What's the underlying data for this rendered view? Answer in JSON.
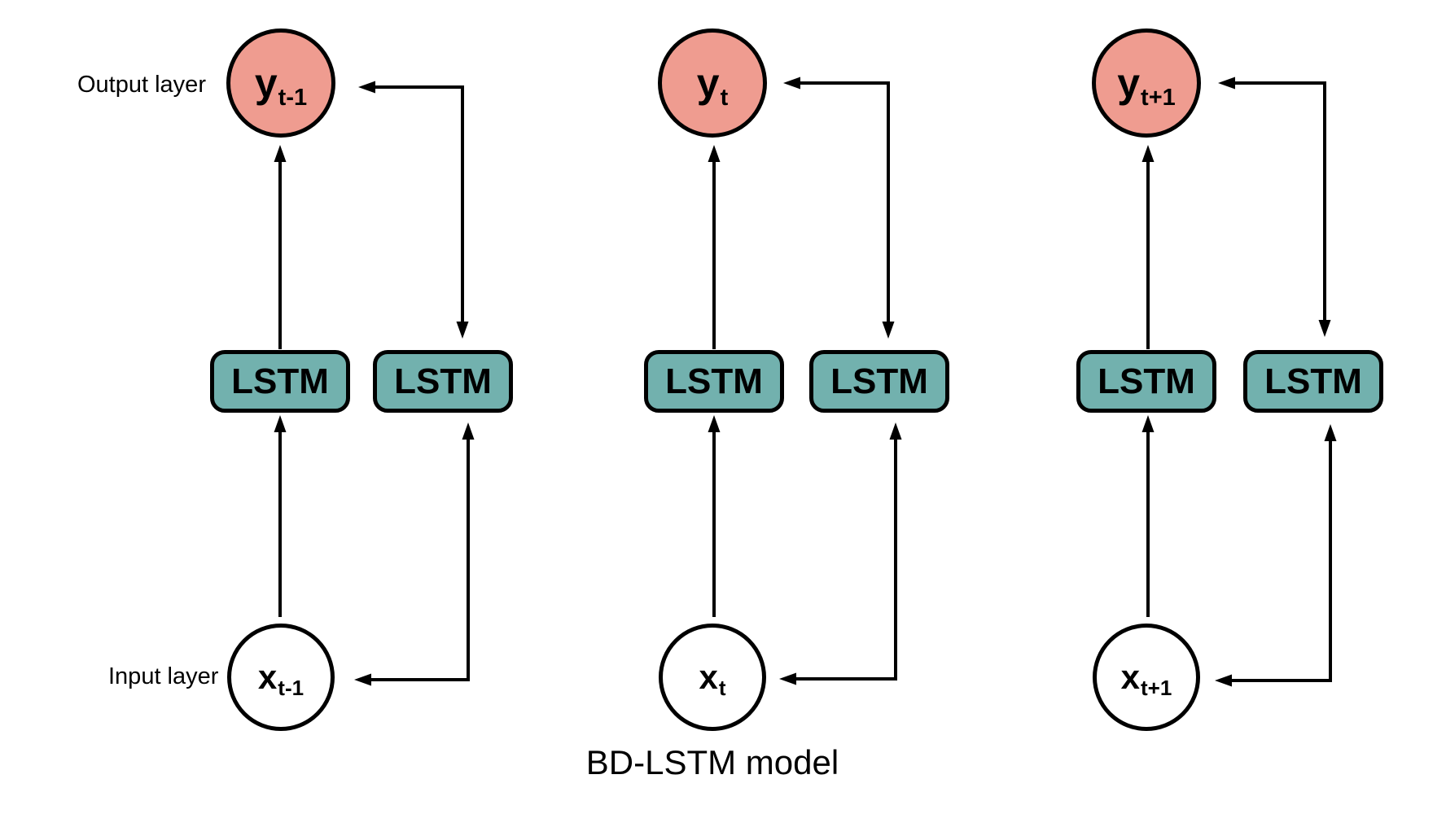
{
  "diagram": {
    "caption": "BD-LSTM model",
    "output_layer_label": "Output layer",
    "input_layer_label": "Input layer"
  },
  "colors": {
    "output_node_fill": "#EF9C90",
    "input_node_fill": "#FFFFFF",
    "lstm_fill": "#72B1AE",
    "stroke": "#000000",
    "background": "#FFFFFF"
  },
  "columns": [
    {
      "time_step": "t-1",
      "output_node": {
        "main": "y",
        "sub": "t-1"
      },
      "input_node": {
        "main": "x",
        "sub": "t-1"
      },
      "forward_lstm_label": "LSTM",
      "backward_lstm_label": "LSTM"
    },
    {
      "time_step": "t",
      "output_node": {
        "main": "y",
        "sub": "t"
      },
      "input_node": {
        "main": "x",
        "sub": "t"
      },
      "forward_lstm_label": "LSTM",
      "backward_lstm_label": "LSTM"
    },
    {
      "time_step": "t+1",
      "output_node": {
        "main": "y",
        "sub": "t+1"
      },
      "input_node": {
        "main": "x",
        "sub": "t+1"
      },
      "forward_lstm_label": "LSTM",
      "backward_lstm_label": "LSTM"
    }
  ]
}
